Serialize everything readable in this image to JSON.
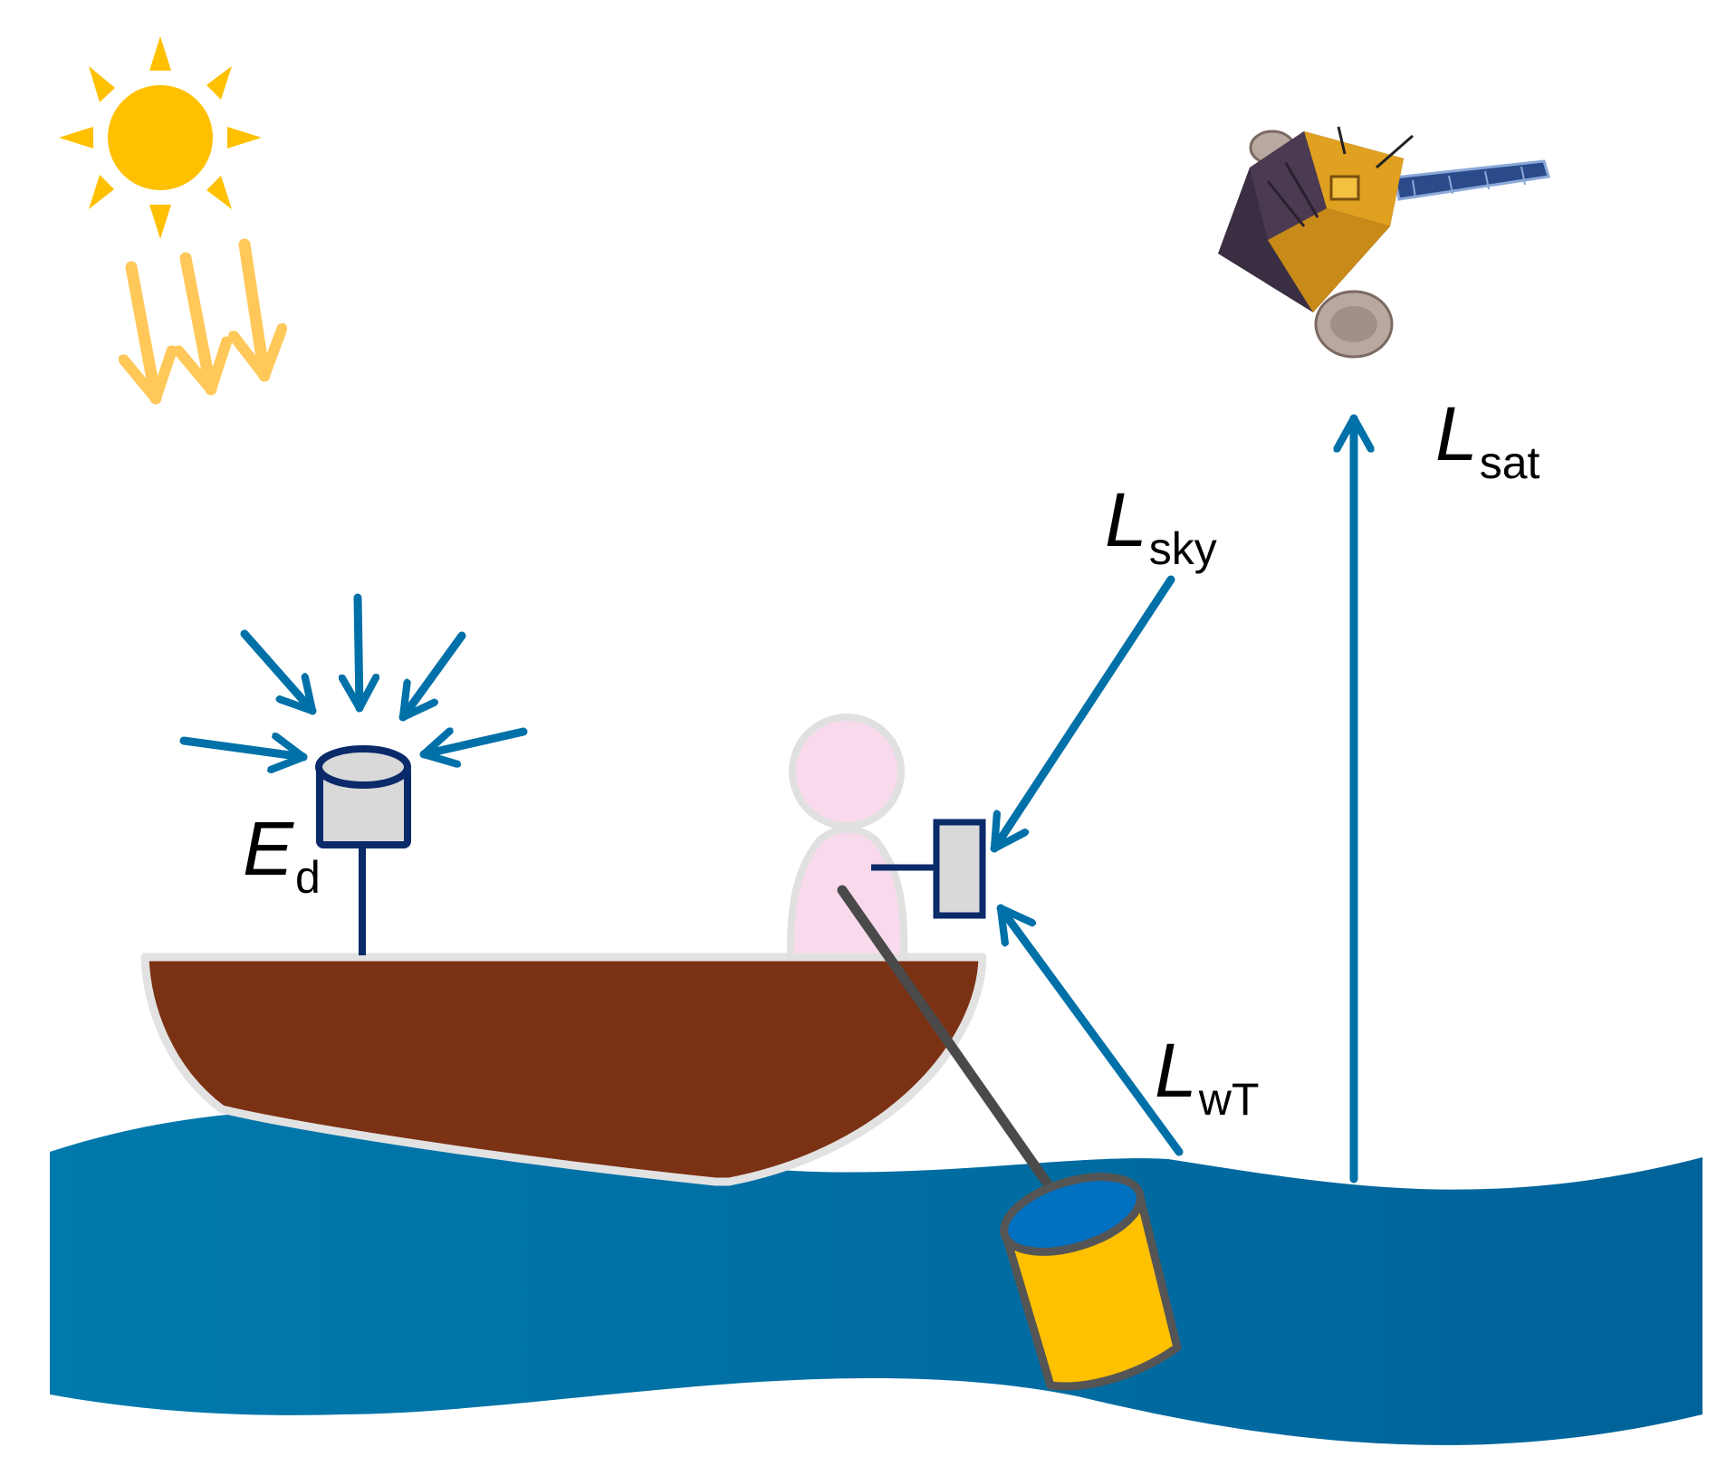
{
  "labels": {
    "ed": {
      "main": "E",
      "sub": "d"
    },
    "lsky": {
      "main": "L",
      "sub": "sky"
    },
    "lsat": {
      "main": "L",
      "sub": "sat"
    },
    "lwt": {
      "main": "L",
      "sub": "wT"
    }
  },
  "colors": {
    "sun": "#FFC000",
    "sun_rays_arrows": "#FFC859",
    "arrow_blue": "#0070A8",
    "water_light": "#0079AC",
    "water_dark": "#00639A",
    "boat_hull": "#7B3114",
    "boat_rim": "#E2E2E2",
    "person": "#F9DAEC",
    "person_outline": "#E0E0E0",
    "sensor_fill": "#D9D9D9",
    "sensor_outline": "#0A2A6A",
    "bucket": "#FFC000",
    "bucket_water": "#0070C0",
    "pole": "#4A4A4A",
    "satellite_body": "#E0A020",
    "satellite_panel": "#2A4A8A"
  },
  "icons": {
    "sun": "sun-icon",
    "satellite": "satellite-icon",
    "irradiance_sensor": "irradiance-sensor-icon",
    "radiance_sensor": "radiance-sensor-icon",
    "bucket": "bucket-icon",
    "boat": "boat-icon",
    "person": "person-icon"
  }
}
